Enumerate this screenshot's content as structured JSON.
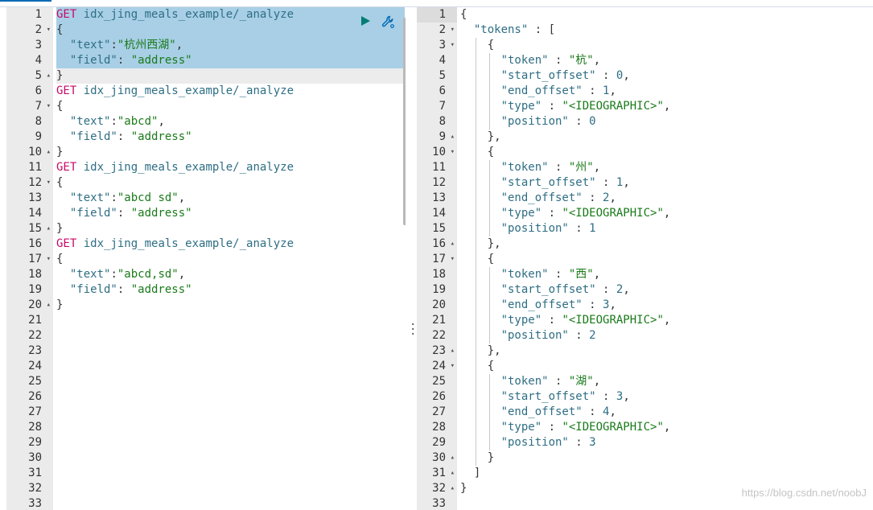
{
  "request_editor": {
    "lines": [
      [
        {
          "t": "GET",
          "c": "method"
        },
        {
          "t": " idx_jing_meals_example/_analyze",
          "c": "url"
        }
      ],
      [
        {
          "t": "{",
          "c": "punc"
        }
      ],
      [
        {
          "t": "  \"text\"",
          "c": "key"
        },
        {
          "t": ":",
          "c": "punc"
        },
        {
          "t": "\"杭州西湖\"",
          "c": "str"
        },
        {
          "t": ",",
          "c": "punc"
        }
      ],
      [
        {
          "t": "  \"field\"",
          "c": "key"
        },
        {
          "t": ": ",
          "c": "punc"
        },
        {
          "t": "\"address\"",
          "c": "str"
        }
      ],
      [
        {
          "t": "}",
          "c": "punc"
        }
      ],
      [
        {
          "t": "GET",
          "c": "method"
        },
        {
          "t": " idx_jing_meals_example/_analyze",
          "c": "url"
        }
      ],
      [
        {
          "t": "{",
          "c": "punc"
        }
      ],
      [
        {
          "t": "  \"text\"",
          "c": "key"
        },
        {
          "t": ":",
          "c": "punc"
        },
        {
          "t": "\"abcd\"",
          "c": "str"
        },
        {
          "t": ",",
          "c": "punc"
        }
      ],
      [
        {
          "t": "  \"field\"",
          "c": "key"
        },
        {
          "t": ": ",
          "c": "punc"
        },
        {
          "t": "\"address\"",
          "c": "str"
        }
      ],
      [
        {
          "t": "}",
          "c": "punc"
        }
      ],
      [
        {
          "t": "GET",
          "c": "method"
        },
        {
          "t": " idx_jing_meals_example/_analyze",
          "c": "url"
        }
      ],
      [
        {
          "t": "{",
          "c": "punc"
        }
      ],
      [
        {
          "t": "  \"text\"",
          "c": "key"
        },
        {
          "t": ":",
          "c": "punc"
        },
        {
          "t": "\"abcd sd\"",
          "c": "str"
        },
        {
          "t": ",",
          "c": "punc"
        }
      ],
      [
        {
          "t": "  \"field\"",
          "c": "key"
        },
        {
          "t": ": ",
          "c": "punc"
        },
        {
          "t": "\"address\"",
          "c": "str"
        }
      ],
      [
        {
          "t": "}",
          "c": "punc"
        }
      ],
      [
        {
          "t": "GET",
          "c": "method"
        },
        {
          "t": " idx_jing_meals_example/_analyze",
          "c": "url"
        }
      ],
      [
        {
          "t": "{",
          "c": "punc"
        }
      ],
      [
        {
          "t": "  \"text\"",
          "c": "key"
        },
        {
          "t": ":",
          "c": "punc"
        },
        {
          "t": "\"abcd,sd\"",
          "c": "str"
        },
        {
          "t": ",",
          "c": "punc"
        }
      ],
      [
        {
          "t": "  \"field\"",
          "c": "key"
        },
        {
          "t": ": ",
          "c": "punc"
        },
        {
          "t": "\"address\"",
          "c": "str"
        }
      ],
      [
        {
          "t": "}",
          "c": "punc"
        }
      ],
      [],
      [],
      [],
      [],
      [],
      [],
      [],
      [],
      [],
      [],
      [],
      [],
      []
    ],
    "gutter": [
      "1",
      "2",
      "3",
      "4",
      "5",
      "6",
      "7",
      "8",
      "9",
      "10",
      "11",
      "12",
      "13",
      "14",
      "15",
      "16",
      "17",
      "18",
      "19",
      "20",
      "21",
      "22",
      "23",
      "24",
      "25",
      "26",
      "27",
      "28",
      "29",
      "30",
      "31",
      "32",
      "33"
    ],
    "folds": {
      "2": "open",
      "5": "close",
      "7": "open",
      "10": "close",
      "12": "open",
      "15": "close",
      "17": "open",
      "20": "close"
    },
    "selected_lines": [
      1,
      2,
      3,
      4
    ],
    "cursor_line": 5,
    "icons": {
      "run": "play-icon",
      "settings": "wrench-icon"
    }
  },
  "response_viewer": {
    "lines": [
      [
        {
          "t": "{",
          "c": "punc"
        }
      ],
      [
        {
          "t": "  \"tokens\"",
          "c": "key"
        },
        {
          "t": " : [",
          "c": "punc"
        }
      ],
      [
        {
          "t": "    {",
          "c": "punc"
        }
      ],
      [
        {
          "t": "      \"token\"",
          "c": "key"
        },
        {
          "t": " : ",
          "c": "punc"
        },
        {
          "t": "\"杭\"",
          "c": "str"
        },
        {
          "t": ",",
          "c": "punc"
        }
      ],
      [
        {
          "t": "      \"start_offset\"",
          "c": "key"
        },
        {
          "t": " : ",
          "c": "punc"
        },
        {
          "t": "0",
          "c": "num"
        },
        {
          "t": ",",
          "c": "punc"
        }
      ],
      [
        {
          "t": "      \"end_offset\"",
          "c": "key"
        },
        {
          "t": " : ",
          "c": "punc"
        },
        {
          "t": "1",
          "c": "num"
        },
        {
          "t": ",",
          "c": "punc"
        }
      ],
      [
        {
          "t": "      \"type\"",
          "c": "key"
        },
        {
          "t": " : ",
          "c": "punc"
        },
        {
          "t": "\"<IDEOGRAPHIC>\"",
          "c": "str"
        },
        {
          "t": ",",
          "c": "punc"
        }
      ],
      [
        {
          "t": "      \"position\"",
          "c": "key"
        },
        {
          "t": " : ",
          "c": "punc"
        },
        {
          "t": "0",
          "c": "num"
        }
      ],
      [
        {
          "t": "    },",
          "c": "punc"
        }
      ],
      [
        {
          "t": "    {",
          "c": "punc"
        }
      ],
      [
        {
          "t": "      \"token\"",
          "c": "key"
        },
        {
          "t": " : ",
          "c": "punc"
        },
        {
          "t": "\"州\"",
          "c": "str"
        },
        {
          "t": ",",
          "c": "punc"
        }
      ],
      [
        {
          "t": "      \"start_offset\"",
          "c": "key"
        },
        {
          "t": " : ",
          "c": "punc"
        },
        {
          "t": "1",
          "c": "num"
        },
        {
          "t": ",",
          "c": "punc"
        }
      ],
      [
        {
          "t": "      \"end_offset\"",
          "c": "key"
        },
        {
          "t": " : ",
          "c": "punc"
        },
        {
          "t": "2",
          "c": "num"
        },
        {
          "t": ",",
          "c": "punc"
        }
      ],
      [
        {
          "t": "      \"type\"",
          "c": "key"
        },
        {
          "t": " : ",
          "c": "punc"
        },
        {
          "t": "\"<IDEOGRAPHIC>\"",
          "c": "str"
        },
        {
          "t": ",",
          "c": "punc"
        }
      ],
      [
        {
          "t": "      \"position\"",
          "c": "key"
        },
        {
          "t": " : ",
          "c": "punc"
        },
        {
          "t": "1",
          "c": "num"
        }
      ],
      [
        {
          "t": "    },",
          "c": "punc"
        }
      ],
      [
        {
          "t": "    {",
          "c": "punc"
        }
      ],
      [
        {
          "t": "      \"token\"",
          "c": "key"
        },
        {
          "t": " : ",
          "c": "punc"
        },
        {
          "t": "\"西\"",
          "c": "str"
        },
        {
          "t": ",",
          "c": "punc"
        }
      ],
      [
        {
          "t": "      \"start_offset\"",
          "c": "key"
        },
        {
          "t": " : ",
          "c": "punc"
        },
        {
          "t": "2",
          "c": "num"
        },
        {
          "t": ",",
          "c": "punc"
        }
      ],
      [
        {
          "t": "      \"end_offset\"",
          "c": "key"
        },
        {
          "t": " : ",
          "c": "punc"
        },
        {
          "t": "3",
          "c": "num"
        },
        {
          "t": ",",
          "c": "punc"
        }
      ],
      [
        {
          "t": "      \"type\"",
          "c": "key"
        },
        {
          "t": " : ",
          "c": "punc"
        },
        {
          "t": "\"<IDEOGRAPHIC>\"",
          "c": "str"
        },
        {
          "t": ",",
          "c": "punc"
        }
      ],
      [
        {
          "t": "      \"position\"",
          "c": "key"
        },
        {
          "t": " : ",
          "c": "punc"
        },
        {
          "t": "2",
          "c": "num"
        }
      ],
      [
        {
          "t": "    },",
          "c": "punc"
        }
      ],
      [
        {
          "t": "    {",
          "c": "punc"
        }
      ],
      [
        {
          "t": "      \"token\"",
          "c": "key"
        },
        {
          "t": " : ",
          "c": "punc"
        },
        {
          "t": "\"湖\"",
          "c": "str"
        },
        {
          "t": ",",
          "c": "punc"
        }
      ],
      [
        {
          "t": "      \"start_offset\"",
          "c": "key"
        },
        {
          "t": " : ",
          "c": "punc"
        },
        {
          "t": "3",
          "c": "num"
        },
        {
          "t": ",",
          "c": "punc"
        }
      ],
      [
        {
          "t": "      \"end_offset\"",
          "c": "key"
        },
        {
          "t": " : ",
          "c": "punc"
        },
        {
          "t": "4",
          "c": "num"
        },
        {
          "t": ",",
          "c": "punc"
        }
      ],
      [
        {
          "t": "      \"type\"",
          "c": "key"
        },
        {
          "t": " : ",
          "c": "punc"
        },
        {
          "t": "\"<IDEOGRAPHIC>\"",
          "c": "str"
        },
        {
          "t": ",",
          "c": "punc"
        }
      ],
      [
        {
          "t": "      \"position\"",
          "c": "key"
        },
        {
          "t": " : ",
          "c": "punc"
        },
        {
          "t": "3",
          "c": "num"
        }
      ],
      [
        {
          "t": "    }",
          "c": "punc"
        }
      ],
      [
        {
          "t": "  ]",
          "c": "punc"
        }
      ],
      [
        {
          "t": "}",
          "c": "punc"
        }
      ],
      []
    ],
    "gutter": [
      "1",
      "2",
      "3",
      "4",
      "5",
      "6",
      "7",
      "8",
      "9",
      "10",
      "11",
      "12",
      "13",
      "14",
      "15",
      "16",
      "17",
      "18",
      "19",
      "20",
      "21",
      "22",
      "23",
      "24",
      "25",
      "26",
      "27",
      "28",
      "29",
      "30",
      "31",
      "32",
      "33"
    ],
    "folds": {
      "2": "open",
      "3": "open",
      "9": "close",
      "10": "open",
      "16": "close",
      "17": "open",
      "23": "close",
      "24": "open",
      "30": "close",
      "31": "close",
      "32": "close"
    },
    "active_line": 1
  },
  "watermark": "https://blog.csdn.net/noobJ",
  "colors": {
    "method": "#c80a68",
    "key": "#2e6e84",
    "string": "#1a7a1a",
    "selection": "#a8cfe6",
    "run": "#017d73"
  }
}
